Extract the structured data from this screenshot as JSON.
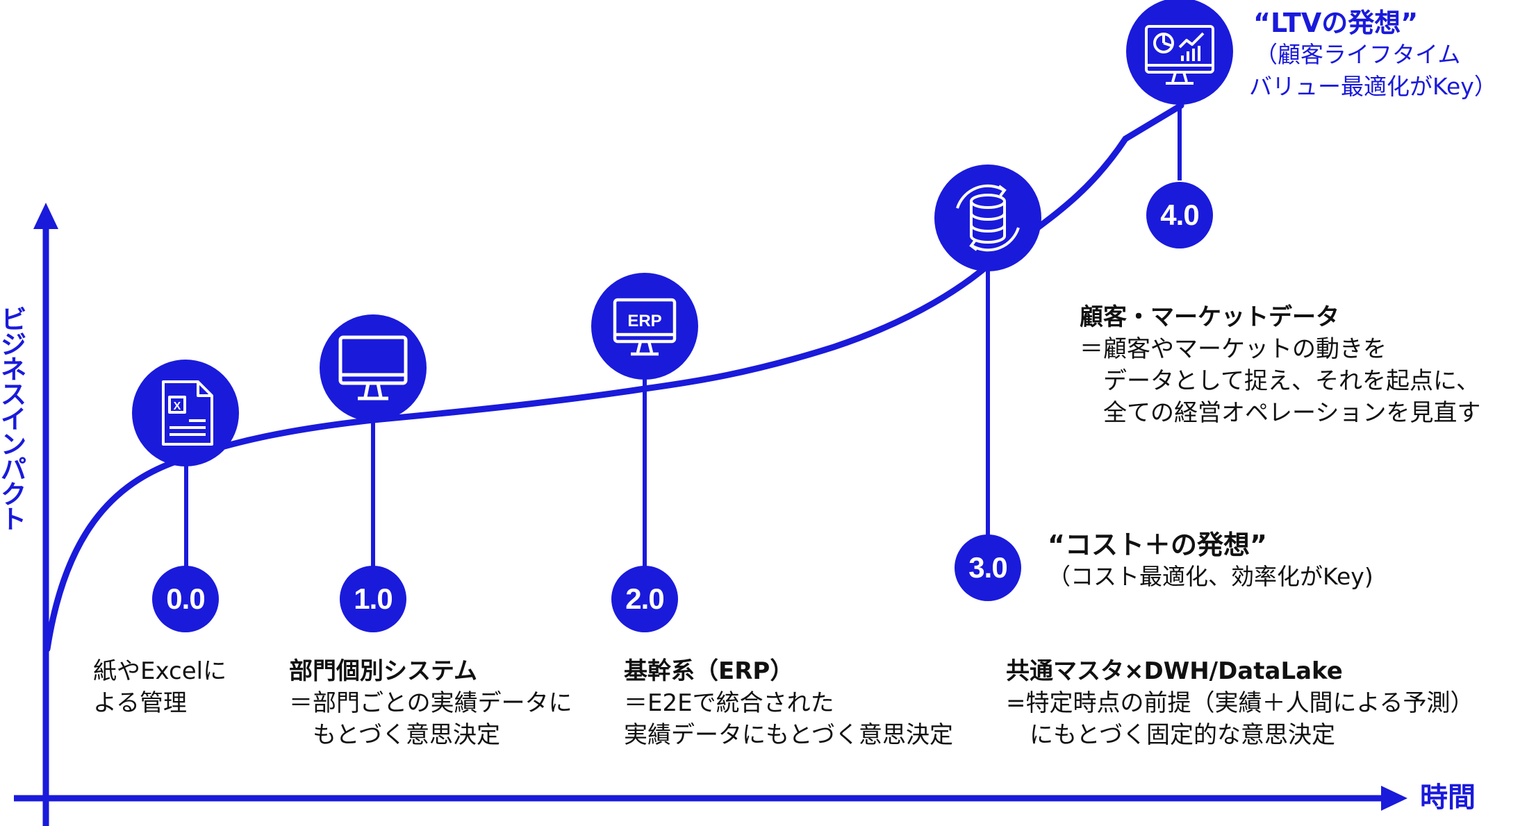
{
  "axes": {
    "y_label": "ビジネスインパクト",
    "x_label": "時間"
  },
  "stages": [
    {
      "badge": "0.0",
      "icon": "excel-file-icon",
      "title": "",
      "lines": [
        "紙やExcelに",
        "よる管理"
      ]
    },
    {
      "badge": "1.0",
      "icon": "monitor-icon",
      "title": "部門個別システム",
      "lines": [
        "＝部門ごとの実績データに",
        "　もとづく意思決定"
      ]
    },
    {
      "badge": "2.0",
      "icon": "erp-monitor-icon",
      "icon_text": "ERP",
      "title": "基幹系（ERP）",
      "lines": [
        "＝E2Eで統合された",
        "実績データにもとづく意思決定"
      ]
    },
    {
      "badge": "3.0",
      "icon": "database-sync-icon",
      "title": "共通マスタ×DWH/DataLake",
      "lines": [
        "=特定時点の前提（実績＋人間による予測）",
        "　にもとづく固定的な意思決定"
      ],
      "concept_title": "“コスト＋の発想”",
      "concept_sub": "（コスト最適化、効率化がKey)"
    },
    {
      "badge": "4.0",
      "icon": "analytics-dashboard-icon",
      "title": "顧客・マーケットデータ",
      "lines": [
        "＝顧客やマーケットの動きを",
        "　データとして捉え、それを起点に、",
        "　全ての経営オペレーションを見直す"
      ],
      "concept_title": "“LTVの発想”",
      "concept_sub_lines": [
        "（顧客ライフタイム",
        "バリュー最適化がKey）"
      ]
    }
  ],
  "colors": {
    "accent": "#1a1adb",
    "text": "#111111",
    "background": "#ffffff"
  }
}
